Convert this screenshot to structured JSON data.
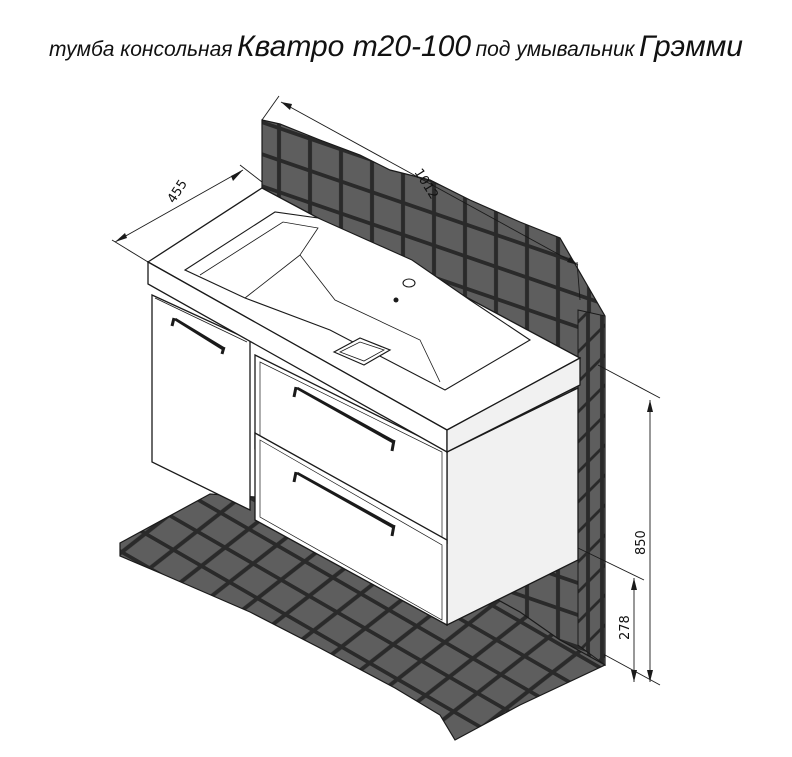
{
  "title": {
    "part1": "тумба консольная",
    "part2": "Кватро т20-100",
    "part3": "под умывальник",
    "part4": "Грэмми"
  },
  "dimensions": {
    "depth": "455",
    "width": "1012",
    "height": "850",
    "floor_clearance": "278"
  },
  "colors": {
    "tile_fill": "#5e5e5e",
    "grout": "#2a2a2a",
    "line": "#1a1a1a",
    "cabinet": "#ffffff",
    "side_shade": "#f1f1f1"
  }
}
